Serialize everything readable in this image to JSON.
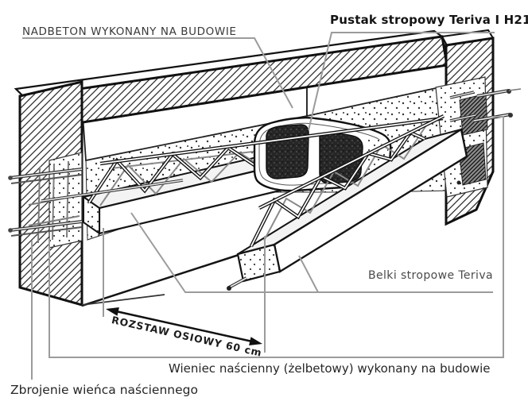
{
  "diagram": {
    "background": "#ffffff",
    "ink_color": "#1a1a1a",
    "leader_color": "#9b9b9b",
    "chamber_color": "#262626",
    "labels": {
      "nadbeton": "NADBETON WYKONANY NA BUDOWIE",
      "pustak": "Pustak stropowy Teriva I H21",
      "belki": "Belki stropowe Teriva",
      "wieniec": "Wieniec naścienny (żelbetowy) wykonany na budowie",
      "zbrojenie": "Zbrojenie wieńca naściennego",
      "rozstaw": "ROZSTAW OSIOWY 60 cm"
    }
  }
}
